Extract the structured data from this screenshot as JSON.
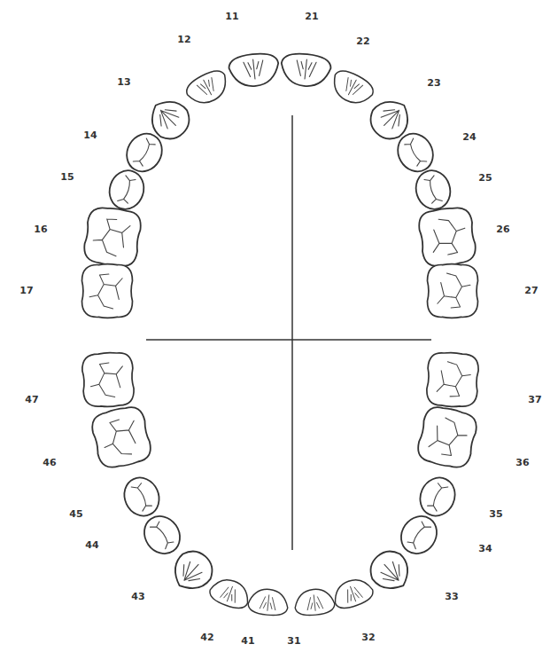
{
  "diagram": {
    "labels": [
      "11",
      "12",
      "13",
      "14",
      "15",
      "16",
      "17",
      "21",
      "22",
      "23",
      "24",
      "25",
      "26",
      "27",
      "31",
      "32",
      "33",
      "34",
      "35",
      "36",
      "37",
      "41",
      "42",
      "43",
      "44",
      "45",
      "46",
      "47"
    ]
  }
}
